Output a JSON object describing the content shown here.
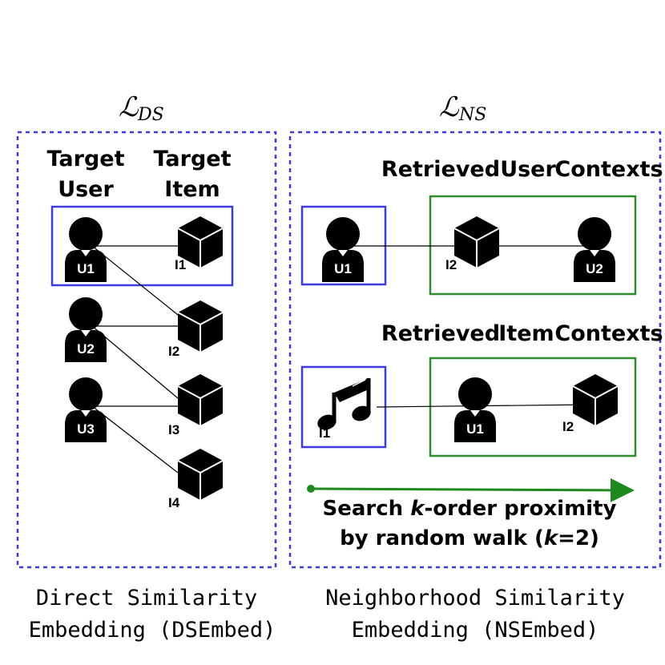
{
  "left_panel": {
    "loss_symbol": "ℒ",
    "loss_subscript": "DS",
    "col_user_line1": "Target",
    "col_user_line2": "User",
    "col_item_line1": "Target",
    "col_item_line2": "Item",
    "users": [
      "U1",
      "U2",
      "U3"
    ],
    "items": [
      "I1",
      "I2",
      "I3",
      "I4"
    ],
    "caption_line1": "Direct Similarity",
    "caption_line2": "Embedding (DSEmbed)"
  },
  "right_panel": {
    "loss_symbol": "ℒ",
    "loss_subscript": "NS",
    "user_contexts_heading": [
      "Retrieved",
      "User",
      "Contexts"
    ],
    "item_contexts_heading": [
      "Retrieved",
      "Item",
      "Contexts"
    ],
    "user_row": {
      "target": "U1",
      "ctx_item": "I2",
      "ctx_user": "U2"
    },
    "item_row": {
      "target": "I1",
      "ctx_user": "U1",
      "ctx_item": "I2"
    },
    "search_line1_prefix": "Search ",
    "search_line1_k": "k",
    "search_line1_suffix": "-order proximity",
    "search_line2_prefix": "by random walk (",
    "search_line2_k": "k",
    "search_line2_suffix": "=2)",
    "caption_line1": "Neighborhood Similarity",
    "caption_line2": "Embedding (NSEmbed)"
  },
  "colors": {
    "panel_border": "#3a3ae6",
    "target_box": "#3b3be0",
    "context_box": "#2e8b2e",
    "arrow": "#1e8a1e",
    "icon": "#000000"
  }
}
